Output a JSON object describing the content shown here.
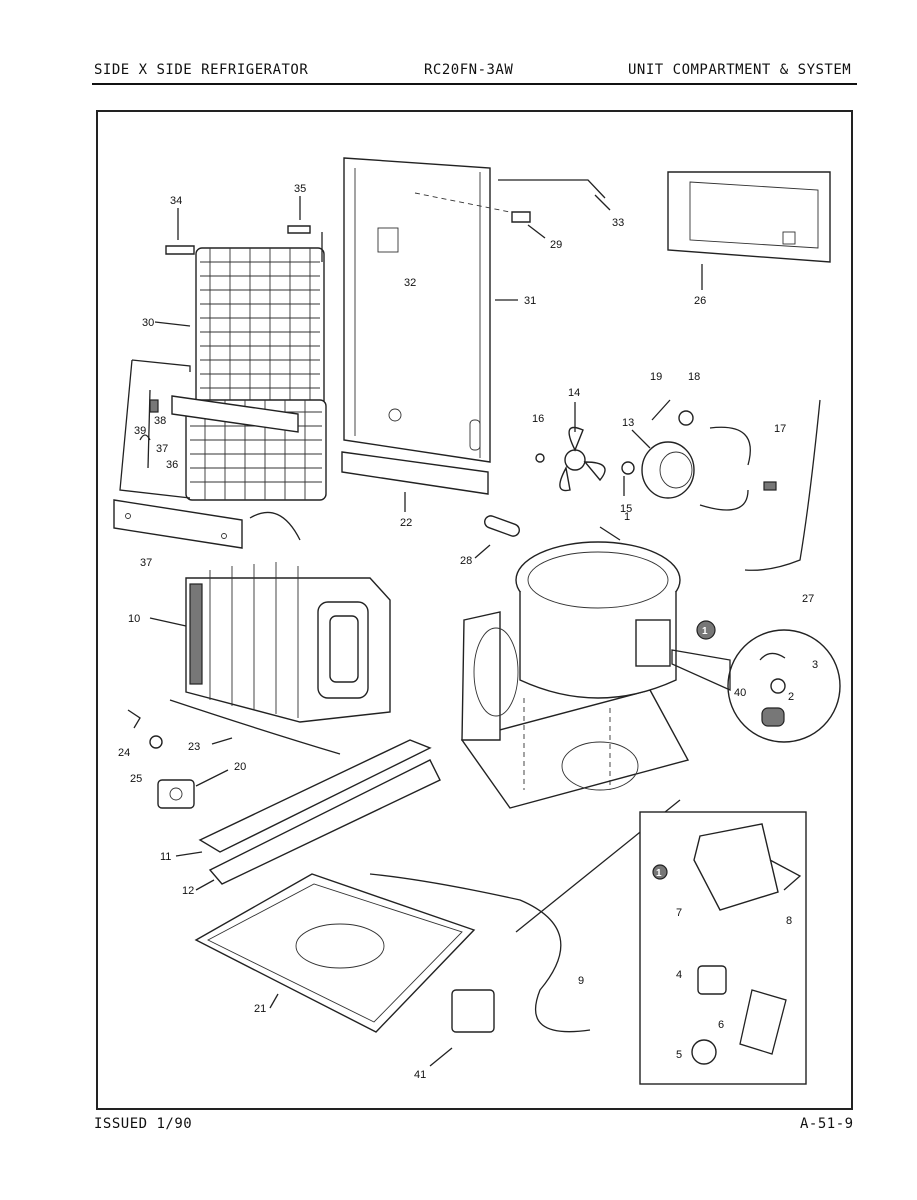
{
  "header": {
    "left": "SIDE X SIDE REFRIGERATOR",
    "center": "RC20FN-3AW",
    "right": "UNIT COMPARTMENT & SYSTEM"
  },
  "footer": {
    "left": "ISSUED 1/90",
    "right": "A-51-9"
  },
  "callouts": [
    "1",
    "2",
    "3",
    "4",
    "5",
    "6",
    "7",
    "8",
    "9",
    "10",
    "11",
    "12",
    "13",
    "14",
    "15",
    "16",
    "17",
    "18",
    "19",
    "20",
    "21",
    "22",
    "23",
    "24",
    "25",
    "26",
    "27",
    "28",
    "29",
    "30",
    "31",
    "32",
    "33",
    "34",
    "35",
    "36",
    "37",
    "38",
    "39",
    "40",
    "41"
  ],
  "extra_labels": {
    "37b": "37",
    "1_marker": "1",
    "1_marker_inset": "1"
  }
}
